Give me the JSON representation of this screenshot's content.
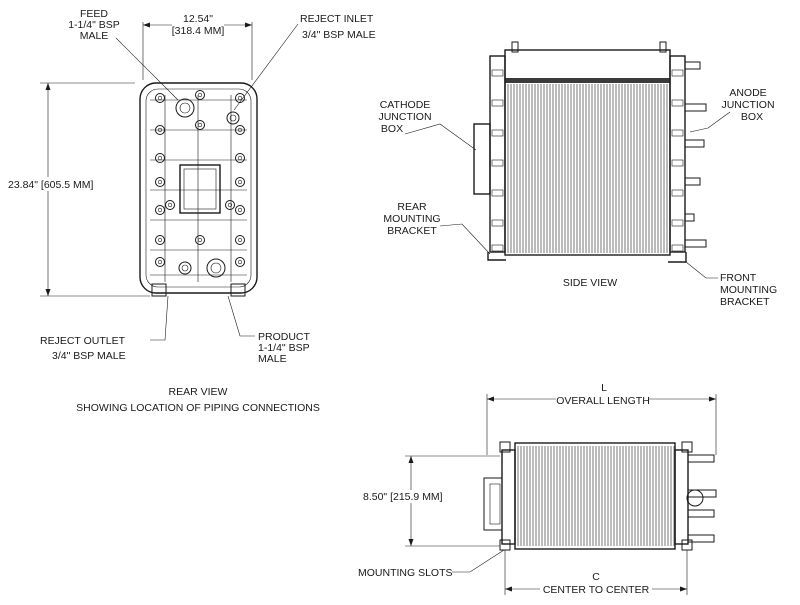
{
  "rear_view": {
    "width_dim": "12.54\"",
    "width_dim_mm": "[318.4 MM]",
    "height_dim": "23.84\" [605.5 MM]",
    "feed_1": "FEED",
    "feed_2": "1-1/4\" BSP",
    "feed_3": "MALE",
    "reject_inlet_1": "REJECT INLET",
    "reject_inlet_2": "3/4\" BSP MALE",
    "reject_outlet_1": "REJECT OUTLET",
    "reject_outlet_2": "3/4\" BSP MALE",
    "product_1": "PRODUCT",
    "product_2": "1-1/4\" BSP",
    "product_3": "MALE",
    "caption_1": "REAR VIEW",
    "caption_2": "SHOWING LOCATION OF PIPING CONNECTIONS"
  },
  "side_view": {
    "cathode_1": "CATHODE",
    "cathode_2": "JUNCTION",
    "cathode_3": "BOX",
    "anode_1": "ANODE",
    "anode_2": "JUNCTION",
    "anode_3": "BOX",
    "rear_bracket_1": "REAR",
    "rear_bracket_2": "MOUNTING",
    "rear_bracket_3": "BRACKET",
    "front_bracket_1": "FRONT",
    "front_bracket_2": "MOUNTING",
    "front_bracket_3": "BRACKET",
    "caption": "SIDE VIEW"
  },
  "bottom_view": {
    "length_letter": "L",
    "length_label": "OVERALL LENGTH",
    "height_dim": "8.50\" [215.9 MM]",
    "mounting_slots": "MOUNTING SLOTS",
    "center_letter": "C",
    "center_label": "CENTER TO CENTER"
  }
}
